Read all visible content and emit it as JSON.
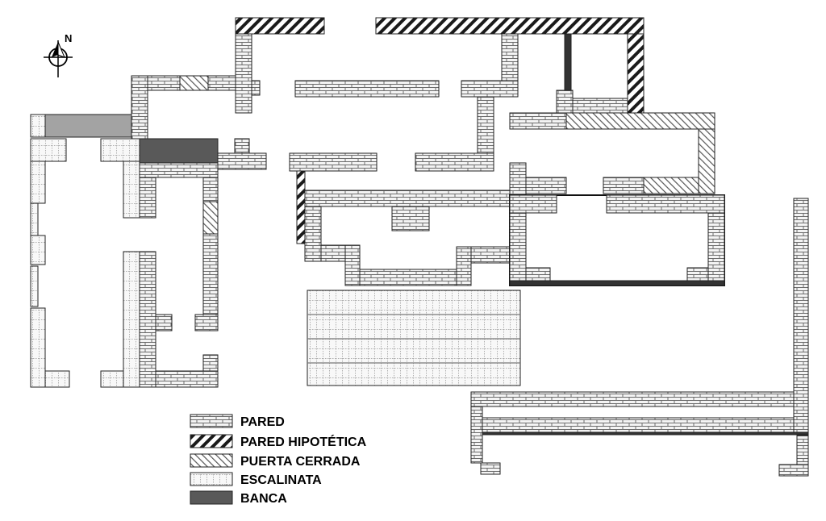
{
  "north_label": "N",
  "legend": {
    "items": [
      {
        "key": "pared",
        "label": "PARED",
        "pattern": "brick"
      },
      {
        "key": "hipotetica",
        "label": "PARED HIPOTÉTICA",
        "pattern": "hatch"
      },
      {
        "key": "puerta",
        "label": "PUERTA CERRADA",
        "pattern": "crosshatch"
      },
      {
        "key": "escalinata",
        "label": "ESCALINATA",
        "pattern": "dots"
      },
      {
        "key": "banca",
        "label": "BANCA",
        "pattern": "solid"
      }
    ]
  },
  "colors": {
    "brick_fill": "#f4f4f4",
    "brick_line": "#6b6b6b",
    "hatch": "#1a1a1a",
    "bench_light": "#a3a3a3",
    "bench_dark": "#595959",
    "outline": "#222222"
  }
}
